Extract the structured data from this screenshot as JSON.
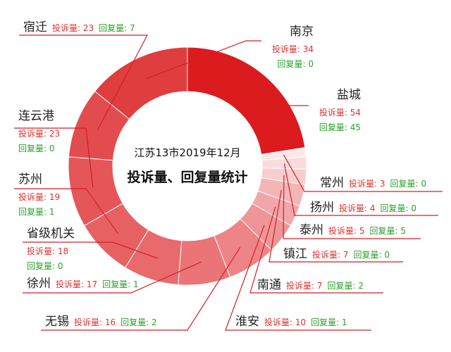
{
  "chart_data": {
    "type": "pie",
    "variant": "donut",
    "title": "江苏13市2019年12月",
    "subtitle": "投诉量、回复量统计",
    "value_label": "投诉量",
    "reply_label": "回复量",
    "colors": {
      "complaint": "#e0312f",
      "reply": "#2aa12a",
      "leader": "#cf2027"
    },
    "categories": [
      "盐城",
      "常州",
      "扬州",
      "泰州",
      "镇江",
      "南通",
      "淮安",
      "无锡",
      "徐州",
      "省级机关",
      "苏州",
      "连云港",
      "宿迁",
      "南京"
    ],
    "complaints": [
      54,
      3,
      4,
      5,
      7,
      7,
      10,
      16,
      17,
      18,
      19,
      23,
      23,
      34
    ],
    "replies": [
      45,
      0,
      0,
      5,
      0,
      2,
      1,
      2,
      1,
      0,
      1,
      0,
      7,
      0
    ],
    "segment_colors": [
      "#db1b1e",
      "#fbe9ea",
      "#fadcdd",
      "#f8cdce",
      "#f4b5b7",
      "#f2a6a8",
      "#ef9597",
      "#ee8486",
      "#ea7476",
      "#e86a6c",
      "#e76163",
      "#e55658",
      "#e34c4f",
      "#e03d3f"
    ]
  }
}
